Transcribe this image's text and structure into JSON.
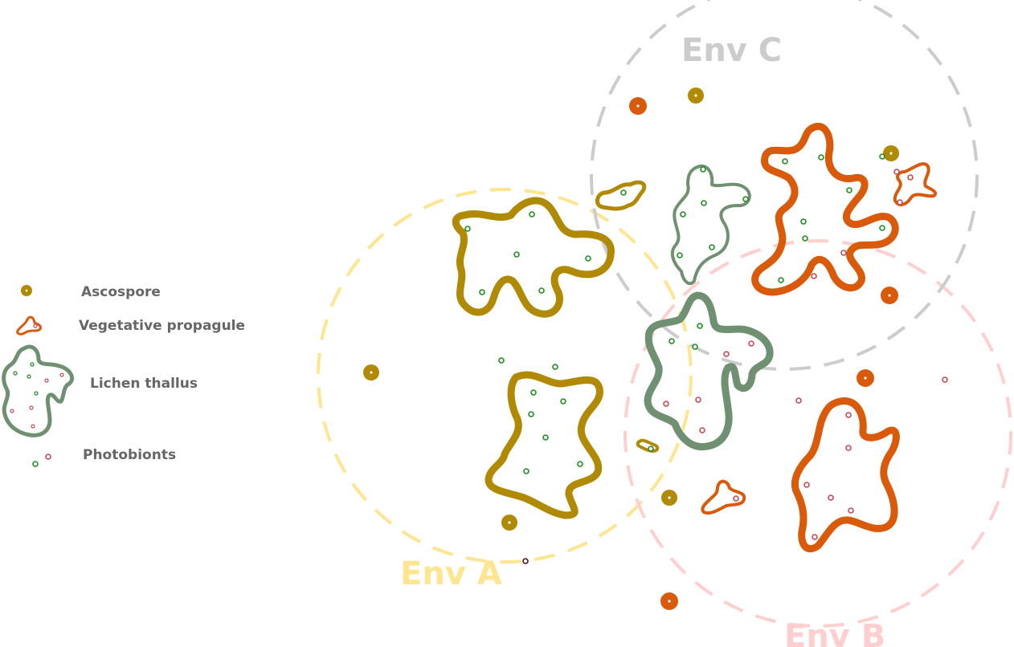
{
  "colors": {
    "ascospore": "#b08a05",
    "propagule": "#d95a0a",
    "thallus": "#6f9171",
    "photobiont_green": "#1f8f1f",
    "photobiont_red": "#c94a55",
    "env_a": "#ffe58f",
    "env_b": "#ffcfcf",
    "env_c": "#cccccc",
    "legend_text": "#666666"
  },
  "environments": {
    "env_a": {
      "label": "Env A"
    },
    "env_b": {
      "label": "Env B"
    },
    "env_c": {
      "label": "Env C"
    }
  },
  "legend": {
    "ascospore": "Ascospore",
    "propagule": "Vegetative propagule",
    "thallus": "Lichen thallus",
    "photobionts": "Photobionts"
  },
  "icons": {
    "ascospore": "ascospore-icon",
    "propagule": "vegetative-propagule-icon",
    "thallus": "lichen-thallus-icon",
    "photobionts": "photobionts-icon"
  }
}
